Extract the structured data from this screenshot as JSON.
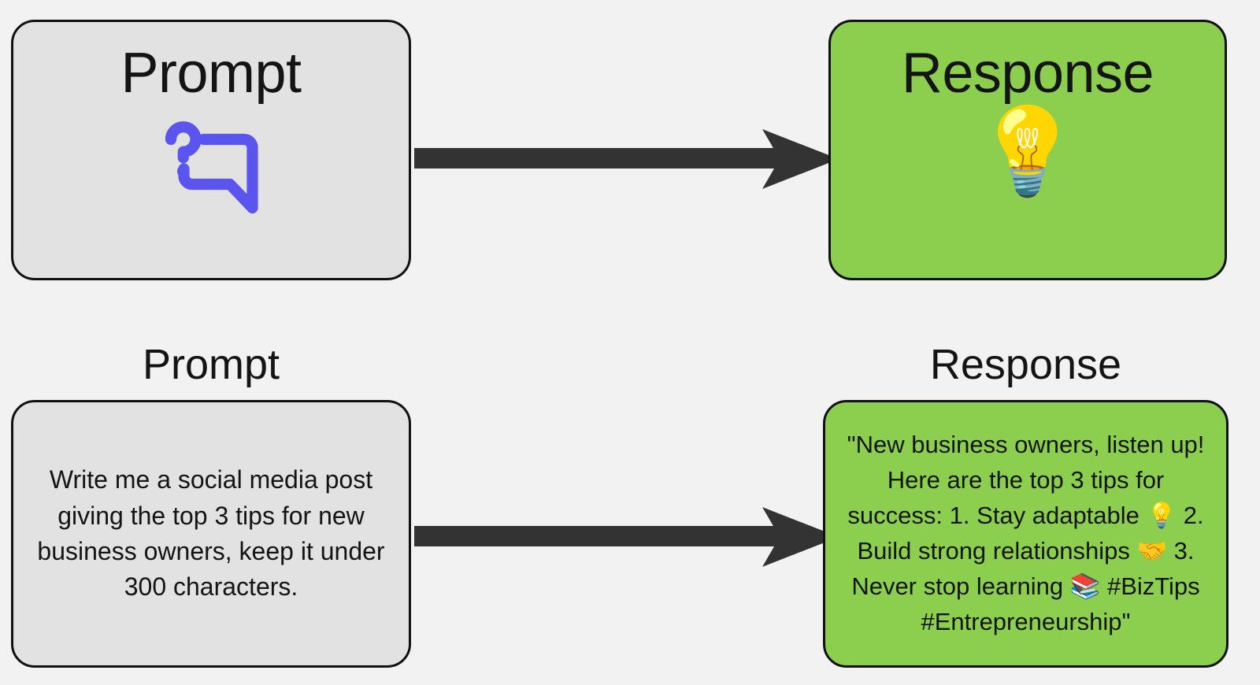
{
  "page": {
    "background_color": "#f2f2f2",
    "outline_color": "#111111",
    "arrow_color": "#333333"
  },
  "colors": {
    "prompt_box_fill": "#e2e2e2",
    "response_box_fill": "#8ccf4e",
    "icon_purple": "#5b55f0",
    "text_color": "#141414"
  },
  "top_row": {
    "prompt": {
      "title": "Prompt",
      "icon": "question-speech-bubble-icon"
    },
    "arrow": {
      "name": "arrow-prompt-to-response-top",
      "direction": "right"
    },
    "response": {
      "title": "Response",
      "icon": "lightbulb-icon",
      "icon_glyph": "💡"
    }
  },
  "bottom_row": {
    "prompt": {
      "caption": "Prompt",
      "text": "Write me a social media post giving the top 3 tips for new business owners, keep it under 300 characters."
    },
    "arrow": {
      "name": "arrow-prompt-to-response-bottom",
      "direction": "right"
    },
    "response": {
      "caption": "Response",
      "text": "\"New business owners, listen up! Here are the top 3 tips for success: 1. Stay adaptable 💡 2. Build strong relationships 🤝 3. Never stop learning 📚 #BizTips #Entrepreneurship\""
    }
  }
}
